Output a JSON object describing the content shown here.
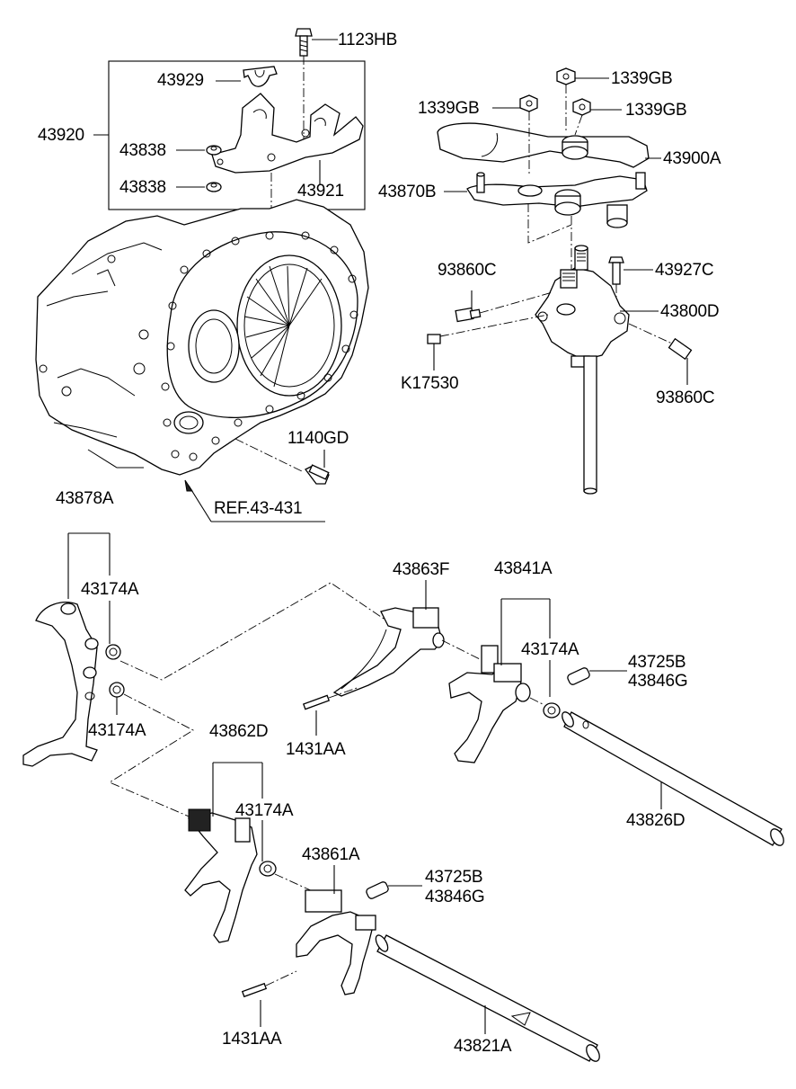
{
  "diagram": {
    "labels": {
      "p1123HB": "1123HB",
      "p43929": "43929",
      "p43920": "43920",
      "p43838a": "43838",
      "p43838b": "43838",
      "p43921": "43921",
      "p1339GBa": "1339GB",
      "p1339GBb": "1339GB",
      "p1339GBc": "1339GB",
      "p43900A": "43900A",
      "p43870B": "43870B",
      "p93860Ca": "93860C",
      "p43927C": "43927C",
      "p43800D": "43800D",
      "pK17530": "K17530",
      "p93860Cb": "93860C",
      "p1140GD": "1140GD",
      "ref": "REF.43-431",
      "p43878A": "43878A",
      "p43174Aa": "43174A",
      "p43174Ab": "43174A",
      "p43863F": "43863F",
      "p43841A": "43841A",
      "p43174Ac": "43174A",
      "p43725Ba": "43725B",
      "p43846Ga": "43846G",
      "p1431AAa": "1431AA",
      "p43862D": "43862D",
      "p43174Ad": "43174A",
      "p43826D": "43826D",
      "p43861A": "43861A",
      "p43725Bb": "43725B",
      "p43846Gb": "43846G",
      "p1431AAb": "1431AA",
      "p43821A": "43821A"
    }
  }
}
